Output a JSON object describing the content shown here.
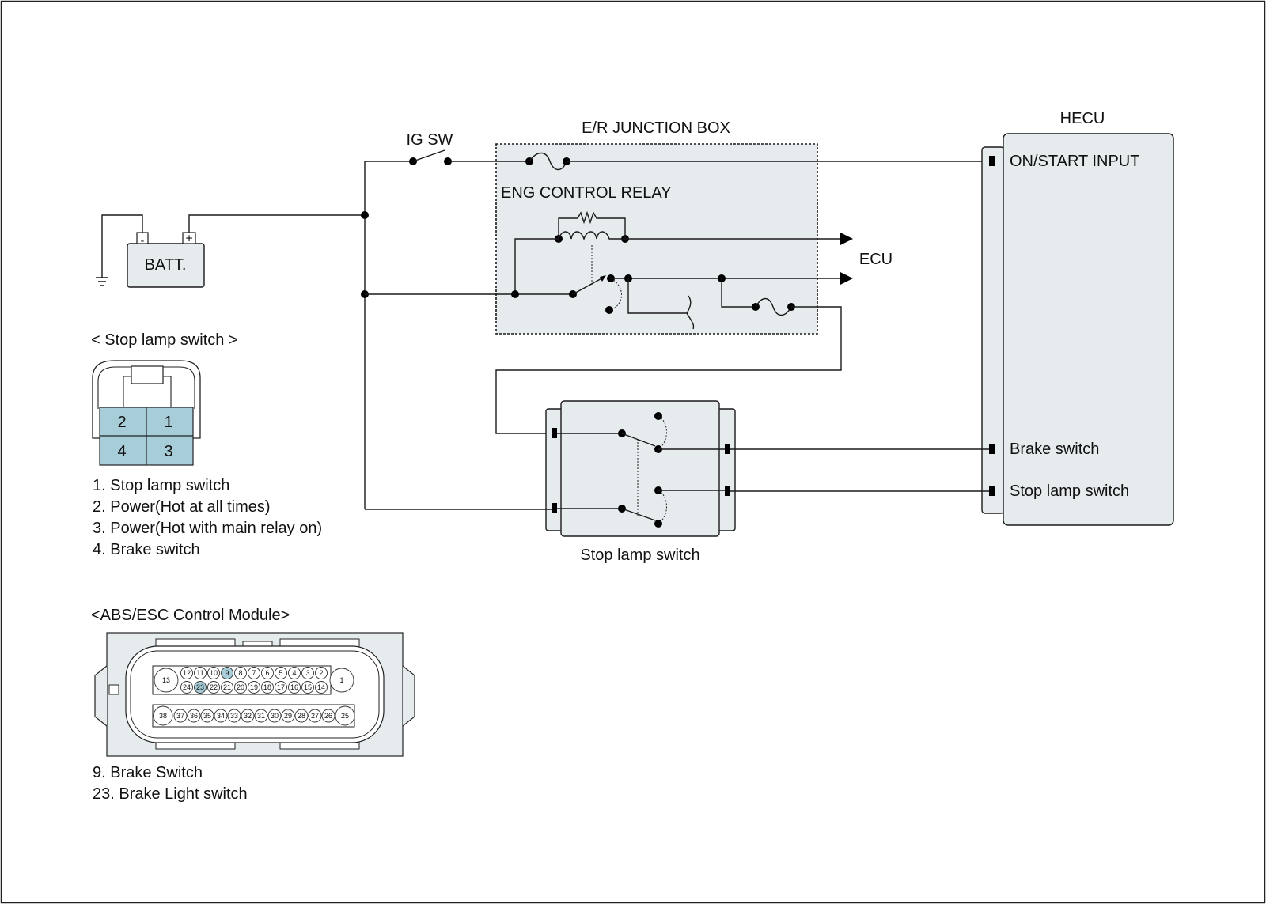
{
  "labels": {
    "ig_sw": "IG SW",
    "junction_box": "E/R JUNCTION BOX",
    "hecu": "HECU",
    "on_start_input": "ON/START INPUT",
    "eng_control_relay": "ENG  CONTROL RELAY",
    "ecu": "ECU",
    "batt": "BATT.",
    "batt_minus": "-",
    "batt_plus": "+",
    "brake_switch": "Brake switch",
    "stop_lamp_switch_term": "Stop lamp switch",
    "stop_lamp_switch_caption": "Stop lamp switch"
  },
  "stop_lamp_connector": {
    "title": "< Stop lamp switch >",
    "pins": [
      "2",
      "1",
      "4",
      "3"
    ],
    "legend": [
      "1. Stop lamp switch",
      "2. Power(Hot at all times)",
      "3. Power(Hot with main relay on)",
      "4. Brake switch"
    ]
  },
  "abs_connector": {
    "title": "<ABS/ESC Control Module>",
    "big_pins": [
      "13",
      "1",
      "38",
      "25"
    ],
    "row1": [
      "12",
      "11",
      "10",
      "9",
      "8",
      "7",
      "6",
      "5",
      "4",
      "3",
      "2"
    ],
    "row2": [
      "24",
      "23",
      "22",
      "21",
      "20",
      "19",
      "18",
      "17",
      "16",
      "15",
      "14"
    ],
    "row3": [
      "37",
      "36",
      "35",
      "34",
      "33",
      "32",
      "31",
      "30",
      "29",
      "28",
      "27",
      "26"
    ],
    "highlighted": [
      "9",
      "23"
    ],
    "legend": [
      "9. Brake Switch",
      "23. Brake Light switch"
    ]
  },
  "colors": {
    "panel_fill": "#e6ecee",
    "connector_pin_fill": "#a6cdd8",
    "highlight_pin_fill": "#a6cdd8"
  }
}
